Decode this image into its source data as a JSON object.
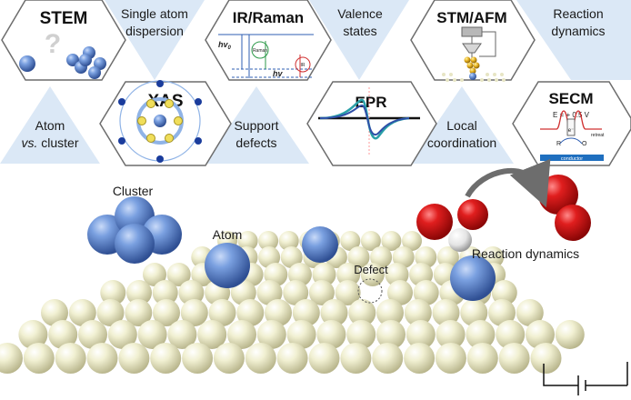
{
  "techniques": {
    "stem": "STEM",
    "xas": "XAS",
    "ir_raman": "IR/Raman",
    "epr": "EPR",
    "stm_afm": "STM/AFM",
    "secm": "SECM"
  },
  "properties": {
    "single_atom_1": "Single atom",
    "single_atom_2": "dispersion",
    "valence_1": "Valence",
    "valence_2": "states",
    "reaction_1": "Reaction",
    "reaction_2": "dynamics",
    "atom_cluster_1": "Atom",
    "atom_cluster_2a": "vs.",
    "atom_cluster_2b": " cluster",
    "support_1": "Support",
    "support_2": "defects",
    "local_1": "Local",
    "local_2": "coordination"
  },
  "insets": {
    "stem_question": "?",
    "ir_hv0": "hv",
    "ir_hv0_sub": "0",
    "ir_raman": "Raman",
    "ir_ir": "IR",
    "ir_hv": "hv",
    "secm_potential": "E = + 0.5 V",
    "secm_retreat": "retreat",
    "secm_electron": "e⁻",
    "secm_r": "R",
    "secm_o": "O",
    "secm_conductor": "conductor"
  },
  "scene": {
    "cluster": "Cluster",
    "atom": "Atom",
    "defect": "Defect",
    "reaction": "Reaction dynamics"
  },
  "colors": {
    "hex_border": "#6d6d6d",
    "triangle_fill": "#dbe8f6",
    "metal_blue": "#5f86cc",
    "support_ball": "#ecebc5",
    "oxygen_red": "#d71c1c"
  }
}
